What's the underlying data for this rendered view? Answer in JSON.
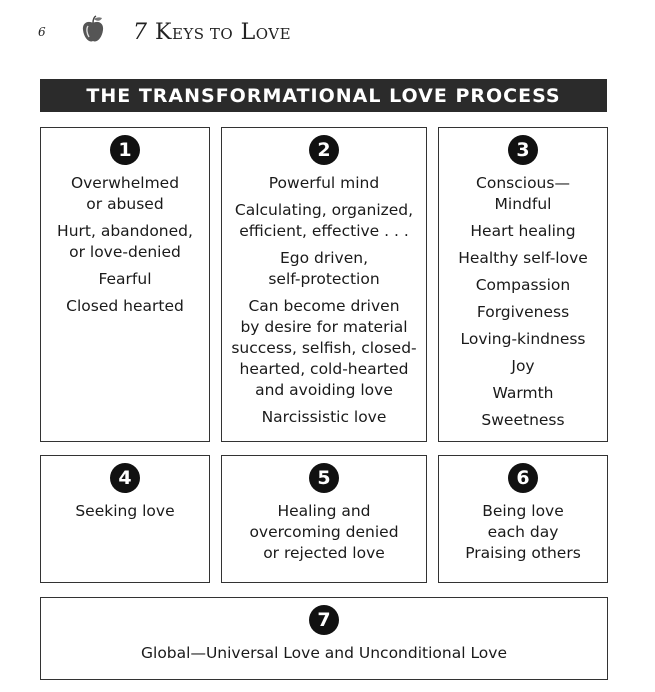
{
  "header": {
    "page_number": "6",
    "title_prefix": "7",
    "title_k": "K",
    "title_rest1": "EYS TO",
    "title_l": "L",
    "title_rest2": "OVE"
  },
  "banner": {
    "title": "THE TRANSFORMATIONAL LOVE PROCESS"
  },
  "boxes": [
    {
      "number": "1",
      "lines": [
        "Overwhelmed\nor abused",
        "Hurt, abandoned,\nor love-denied",
        "Fearful",
        "Closed hearted"
      ]
    },
    {
      "number": "2",
      "lines": [
        "Powerful mind",
        "Calculating, organized,\nefficient, effective . . .",
        "Ego driven,\nself-protection",
        "Can become driven\nby desire for material\nsuccess, selfish, closed-\nhearted, cold-hearted\nand avoiding love",
        "Narcissistic love"
      ]
    },
    {
      "number": "3",
      "lines": [
        "Conscious—\nMindful",
        "Heart healing",
        "Healthy self-love",
        "Compassion",
        "Forgiveness",
        "Loving-kindness",
        "Joy",
        "Warmth",
        "Sweetness"
      ]
    },
    {
      "number": "4",
      "lines": [
        "Seeking love"
      ]
    },
    {
      "number": "5",
      "lines": [
        "Healing and\novercoming denied\nor rejected love"
      ]
    },
    {
      "number": "6",
      "lines": [
        "Being love\neach day\nPraising others"
      ]
    },
    {
      "number": "7",
      "lines": [
        "Global—Universal Love and Unconditional Love"
      ]
    }
  ],
  "icons": {
    "header_icon": "apple-icon"
  }
}
